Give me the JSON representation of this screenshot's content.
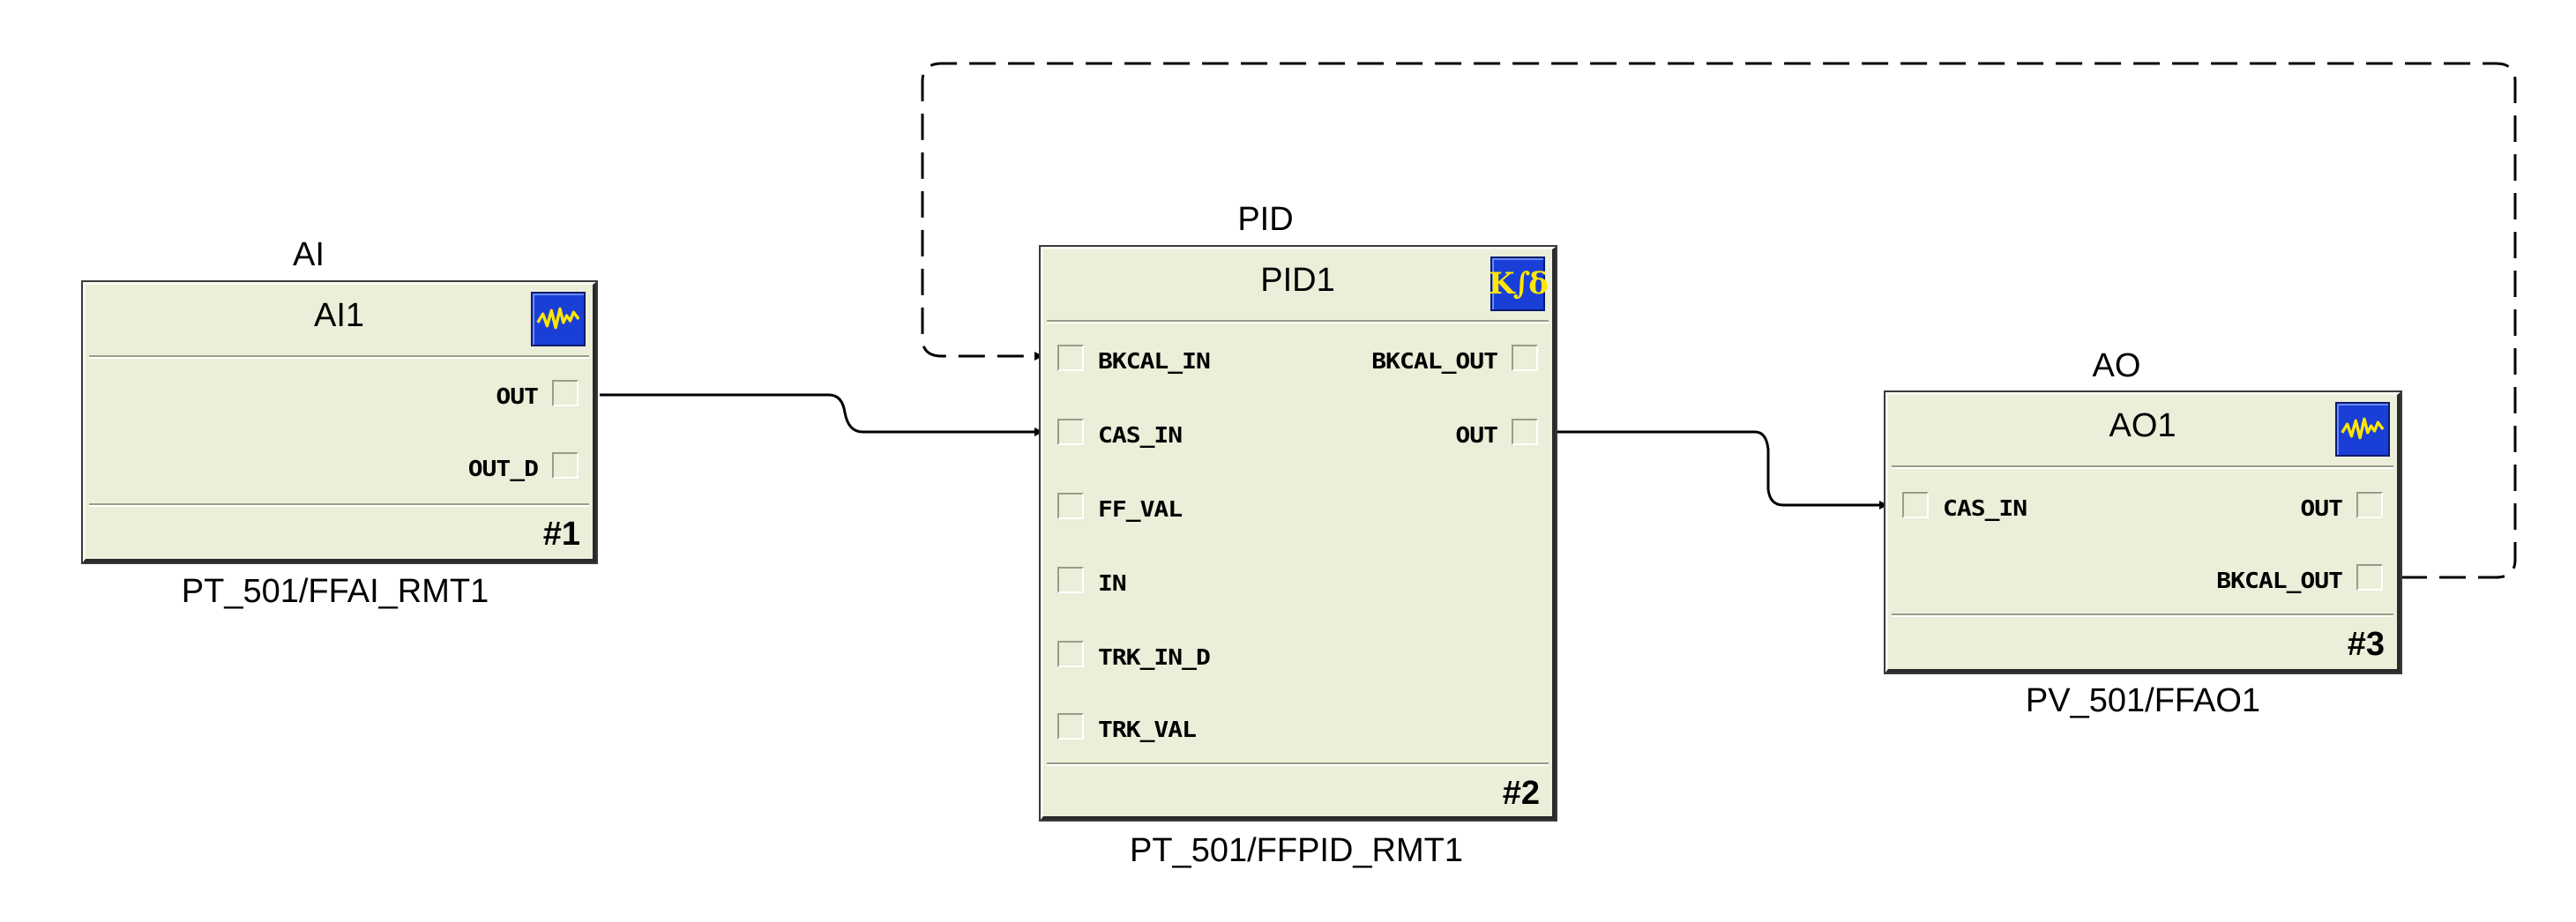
{
  "blocks": {
    "ai": {
      "type": "AI",
      "name": "AI1",
      "tag": "PT_501/FFAI_RMT1",
      "number": "#1",
      "icon": "waveform-icon",
      "outputs": [
        "OUT",
        "OUT_D"
      ]
    },
    "pid": {
      "type": "PID",
      "name": "PID1",
      "tag": "PT_501/FFPID_RMT1",
      "number": "#2",
      "icon": "integral-icon",
      "icon_text": "K∫δ",
      "inputs": [
        "BKCAL_IN",
        "CAS_IN",
        "FF_VAL",
        "IN",
        "TRK_IN_D",
        "TRK_VAL"
      ],
      "outputs": [
        "BKCAL_OUT",
        "OUT"
      ]
    },
    "ao": {
      "type": "AO",
      "name": "AO1",
      "tag": "PV_501/FFAO1",
      "number": "#3",
      "icon": "waveform-icon",
      "inputs": [
        "CAS_IN"
      ],
      "outputs": [
        "OUT",
        "BKCAL_OUT"
      ]
    }
  },
  "colors": {
    "block_fill": "#ebeed8",
    "icon_bg": "#1a3fd6",
    "icon_fg": "#ffe600",
    "wire": "#000000"
  }
}
